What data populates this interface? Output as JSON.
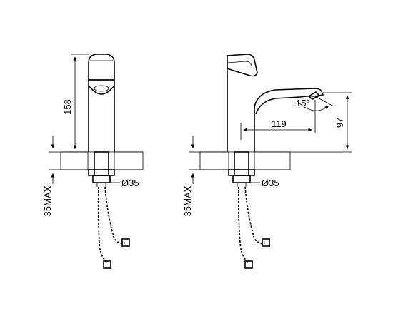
{
  "front_view": {
    "height_label": "158",
    "max_label": "35MAX",
    "diameter_label": "Ø35"
  },
  "side_view": {
    "reach_label": "119",
    "spout_height_label": "97",
    "angle_label": "15°",
    "max_label": "35MAX",
    "diameter_label": "Ø35"
  }
}
